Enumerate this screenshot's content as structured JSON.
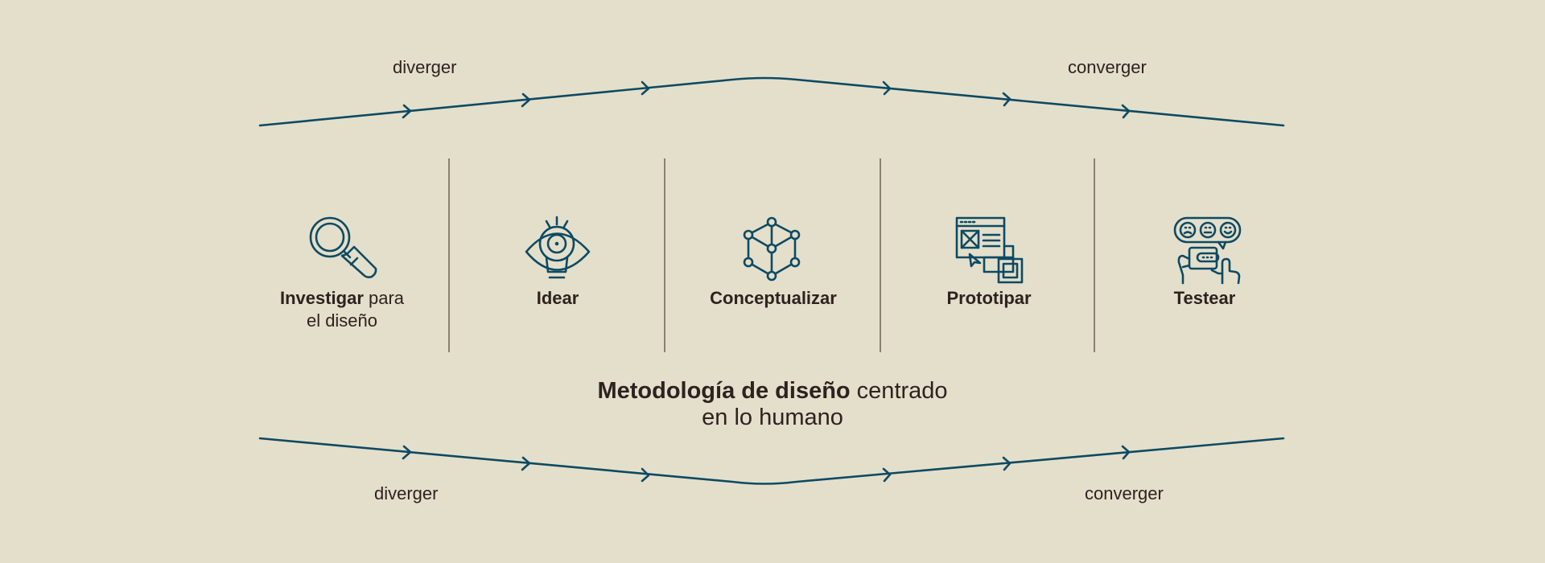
{
  "top_flow": {
    "left_label": "diverger",
    "right_label": "converger"
  },
  "bottom_flow": {
    "left_label": "diverger",
    "right_label": "converger"
  },
  "steps": [
    {
      "bold": "Investigar",
      "regular_1": " para",
      "regular_2": "el diseño",
      "icon": "magnifier-icon"
    },
    {
      "bold": "Idear",
      "icon": "eye-lightbulb-icon"
    },
    {
      "bold": "Conceptualizar",
      "icon": "network-cube-icon"
    },
    {
      "bold": "Prototipar",
      "icon": "wireframe-windows-icon"
    },
    {
      "bold": "Testear",
      "icon": "feedback-rating-icon"
    }
  ],
  "title": {
    "bold": "Metodología de diseño",
    "regular_1": " centrado",
    "regular_2": "en lo humano"
  },
  "colors": {
    "background": "#e4dfcb",
    "line": "#0d4a63",
    "text": "#2e2220",
    "divider": "#8a8171"
  }
}
